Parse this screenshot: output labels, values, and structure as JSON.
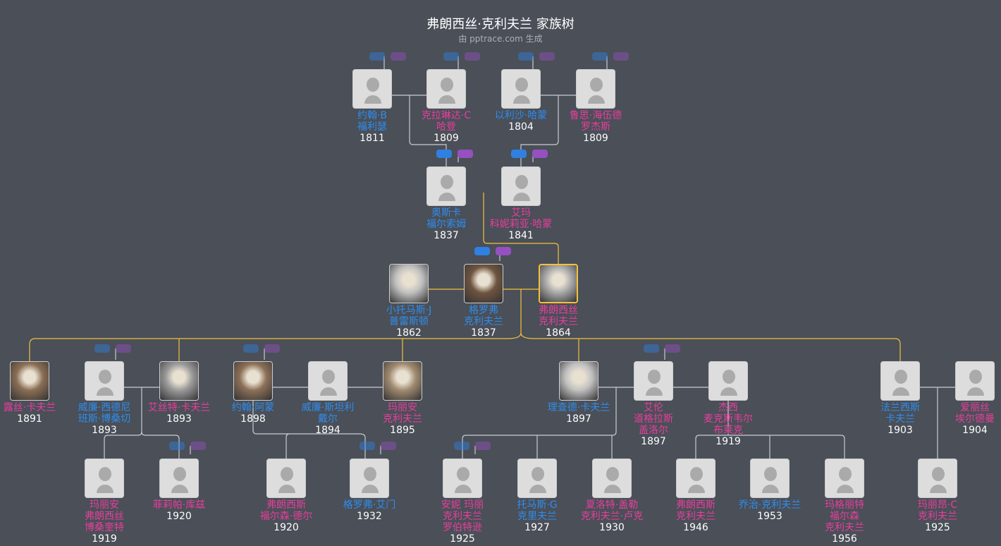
{
  "header": {
    "title": "弗朗西丝·克利夫兰 家族树",
    "subtitle": "由 pptrace.com 生成"
  },
  "colors": {
    "male": "#2f8ded",
    "female": "#e83e9c",
    "highlight": "#f3c13a",
    "background": "#4a4f58"
  },
  "people": [
    {
      "name": "约翰·B\n福利瑟",
      "year": "1811",
      "gender": "m"
    },
    {
      "name": "克拉琳达·C\n哈登",
      "year": "1809",
      "gender": "f"
    },
    {
      "name": "以利沙·哈蒙",
      "year": "1804",
      "gender": "m"
    },
    {
      "name": "鲁思·海伍德\n罗杰斯",
      "year": "1809",
      "gender": "f"
    },
    {
      "name": "奥斯卡\n福尔索姆",
      "year": "1837",
      "gender": "m"
    },
    {
      "name": "艾玛\n科妮莉亚·哈蒙",
      "year": "1841",
      "gender": "f"
    },
    {
      "name": "小托马斯·J\n普雷斯顿",
      "year": "1862",
      "gender": "m",
      "photo": true
    },
    {
      "name": "格罗弗\n克利夫兰",
      "year": "1837",
      "gender": "m",
      "photo": true
    },
    {
      "name": "弗朗西丝\n克利夫兰",
      "year": "1864",
      "gender": "f",
      "photo": true,
      "selected": true
    },
    {
      "name": "露丝·卡夫兰",
      "year": "1891",
      "gender": "f",
      "photo": true
    },
    {
      "name": "威廉·西德尼\n班斯·博桑切",
      "year": "1893",
      "gender": "m"
    },
    {
      "name": "艾丝特·卡夫兰",
      "year": "1893",
      "gender": "f",
      "photo": true
    },
    {
      "name": "约翰·阿蒙",
      "year": "1898",
      "gender": "m",
      "photo": true
    },
    {
      "name": "威廉·斯坦利\n戴尔",
      "year": "1894",
      "gender": "m"
    },
    {
      "name": "玛丽安\n克利夫兰",
      "year": "1895",
      "gender": "f",
      "photo": true
    },
    {
      "name": "理查德·卡夫兰",
      "year": "1897",
      "gender": "m",
      "photo": true
    },
    {
      "name": "艾伦\n道格拉斯\n盖洛尔",
      "year": "1897",
      "gender": "f"
    },
    {
      "name": "杰西\n麦克斯韦尔\n布莱克",
      "year": "1919",
      "gender": "f"
    },
    {
      "name": "法兰西斯\n卡夫兰",
      "year": "1903",
      "gender": "m"
    },
    {
      "name": "爱丽丝\n埃尔德曼",
      "year": "1904",
      "gender": "f"
    },
    {
      "name": "玛丽安\n弗朗西丝\n博桑奎特",
      "year": "1919",
      "gender": "f"
    },
    {
      "name": "菲莉帕·库兹",
      "year": "1920",
      "gender": "f"
    },
    {
      "name": "弗朗西斯\n福尔森·德尔",
      "year": "1920",
      "gender": "f"
    },
    {
      "name": "格罗弗·艾门",
      "year": "1932",
      "gender": "m"
    },
    {
      "name": "安妮 玛丽\n克利夫兰\n罗伯特逊",
      "year": "1925",
      "gender": "f"
    },
    {
      "name": "托马斯·G\n克里夫兰",
      "year": "1927",
      "gender": "m"
    },
    {
      "name": "夏洛特·盖勒\n克利夫兰·卢克",
      "year": "1930",
      "gender": "f"
    },
    {
      "name": "弗朗西斯\n克利夫兰",
      "year": "1946",
      "gender": "f"
    },
    {
      "name": "乔治·克利夫兰",
      "year": "1953",
      "gender": "m"
    },
    {
      "name": "玛格丽特\n福尔森\n克利夫兰",
      "year": "1956",
      "gender": "f"
    },
    {
      "name": "玛丽昂·C\n克利夫兰",
      "year": "1925",
      "gender": "f"
    }
  ]
}
